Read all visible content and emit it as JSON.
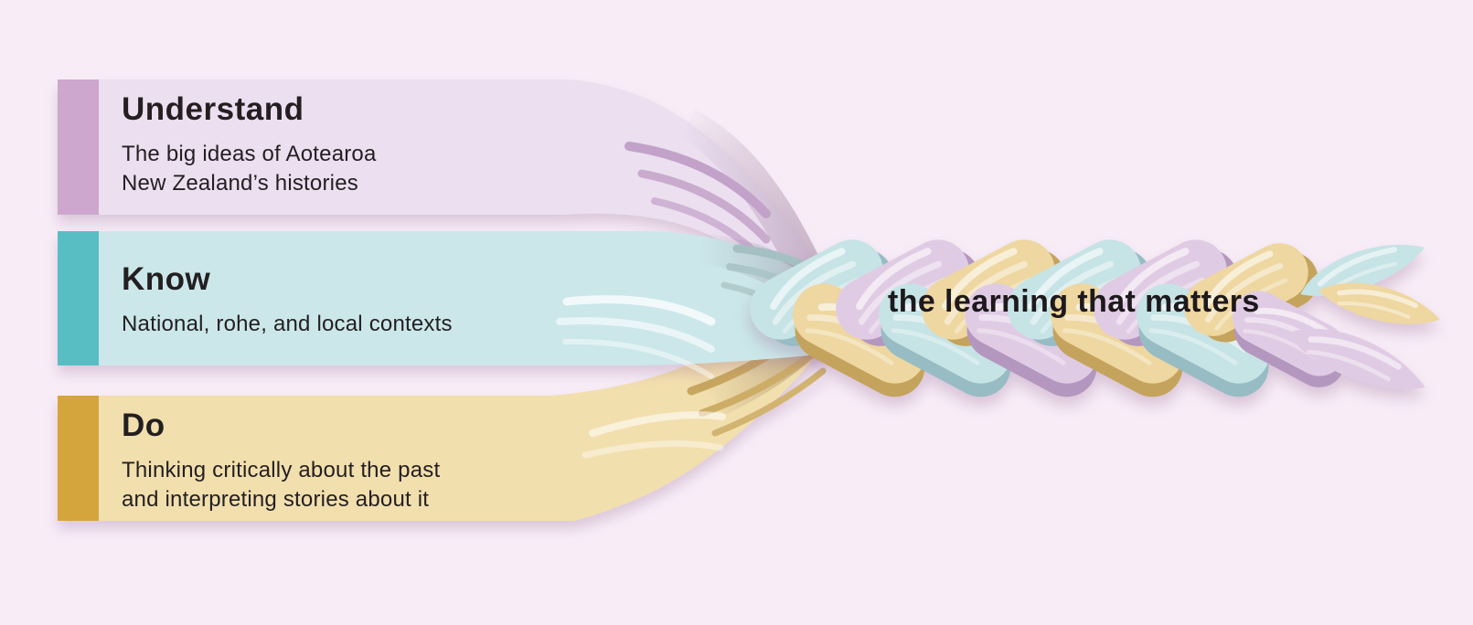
{
  "page": {
    "background": "#f8edf7",
    "text_color": "#231f20"
  },
  "strands": [
    {
      "id": "understand",
      "label": "Understand",
      "lines": [
        "The big ideas of Aotearoa",
        "New Zealand’s histories"
      ],
      "edge_color": "#cda7cd",
      "fill_color": "#ebdff0"
    },
    {
      "id": "know",
      "label": "Know",
      "lines": [
        "National, rohe, and local contexts"
      ],
      "edge_color": "#58bec4",
      "fill_color": "#cbe7e9"
    },
    {
      "id": "do",
      "label": "Do",
      "lines": [
        "Thinking critically about the past",
        "and interpreting stories about it"
      ],
      "edge_color": "#d5a53d",
      "fill_color": "#f2dfae"
    }
  ],
  "braid": {
    "caption": "the learning that matters",
    "caption_color": "#1d191c",
    "strand_colors": {
      "know": {
        "fill": "#c6e3e5",
        "shade": "#97bcc3"
      },
      "do": {
        "fill": "#eed7a0",
        "shade": "#c4a35c"
      },
      "understand": {
        "fill": "#e0cbe4",
        "shade": "#b497bf"
      }
    }
  }
}
